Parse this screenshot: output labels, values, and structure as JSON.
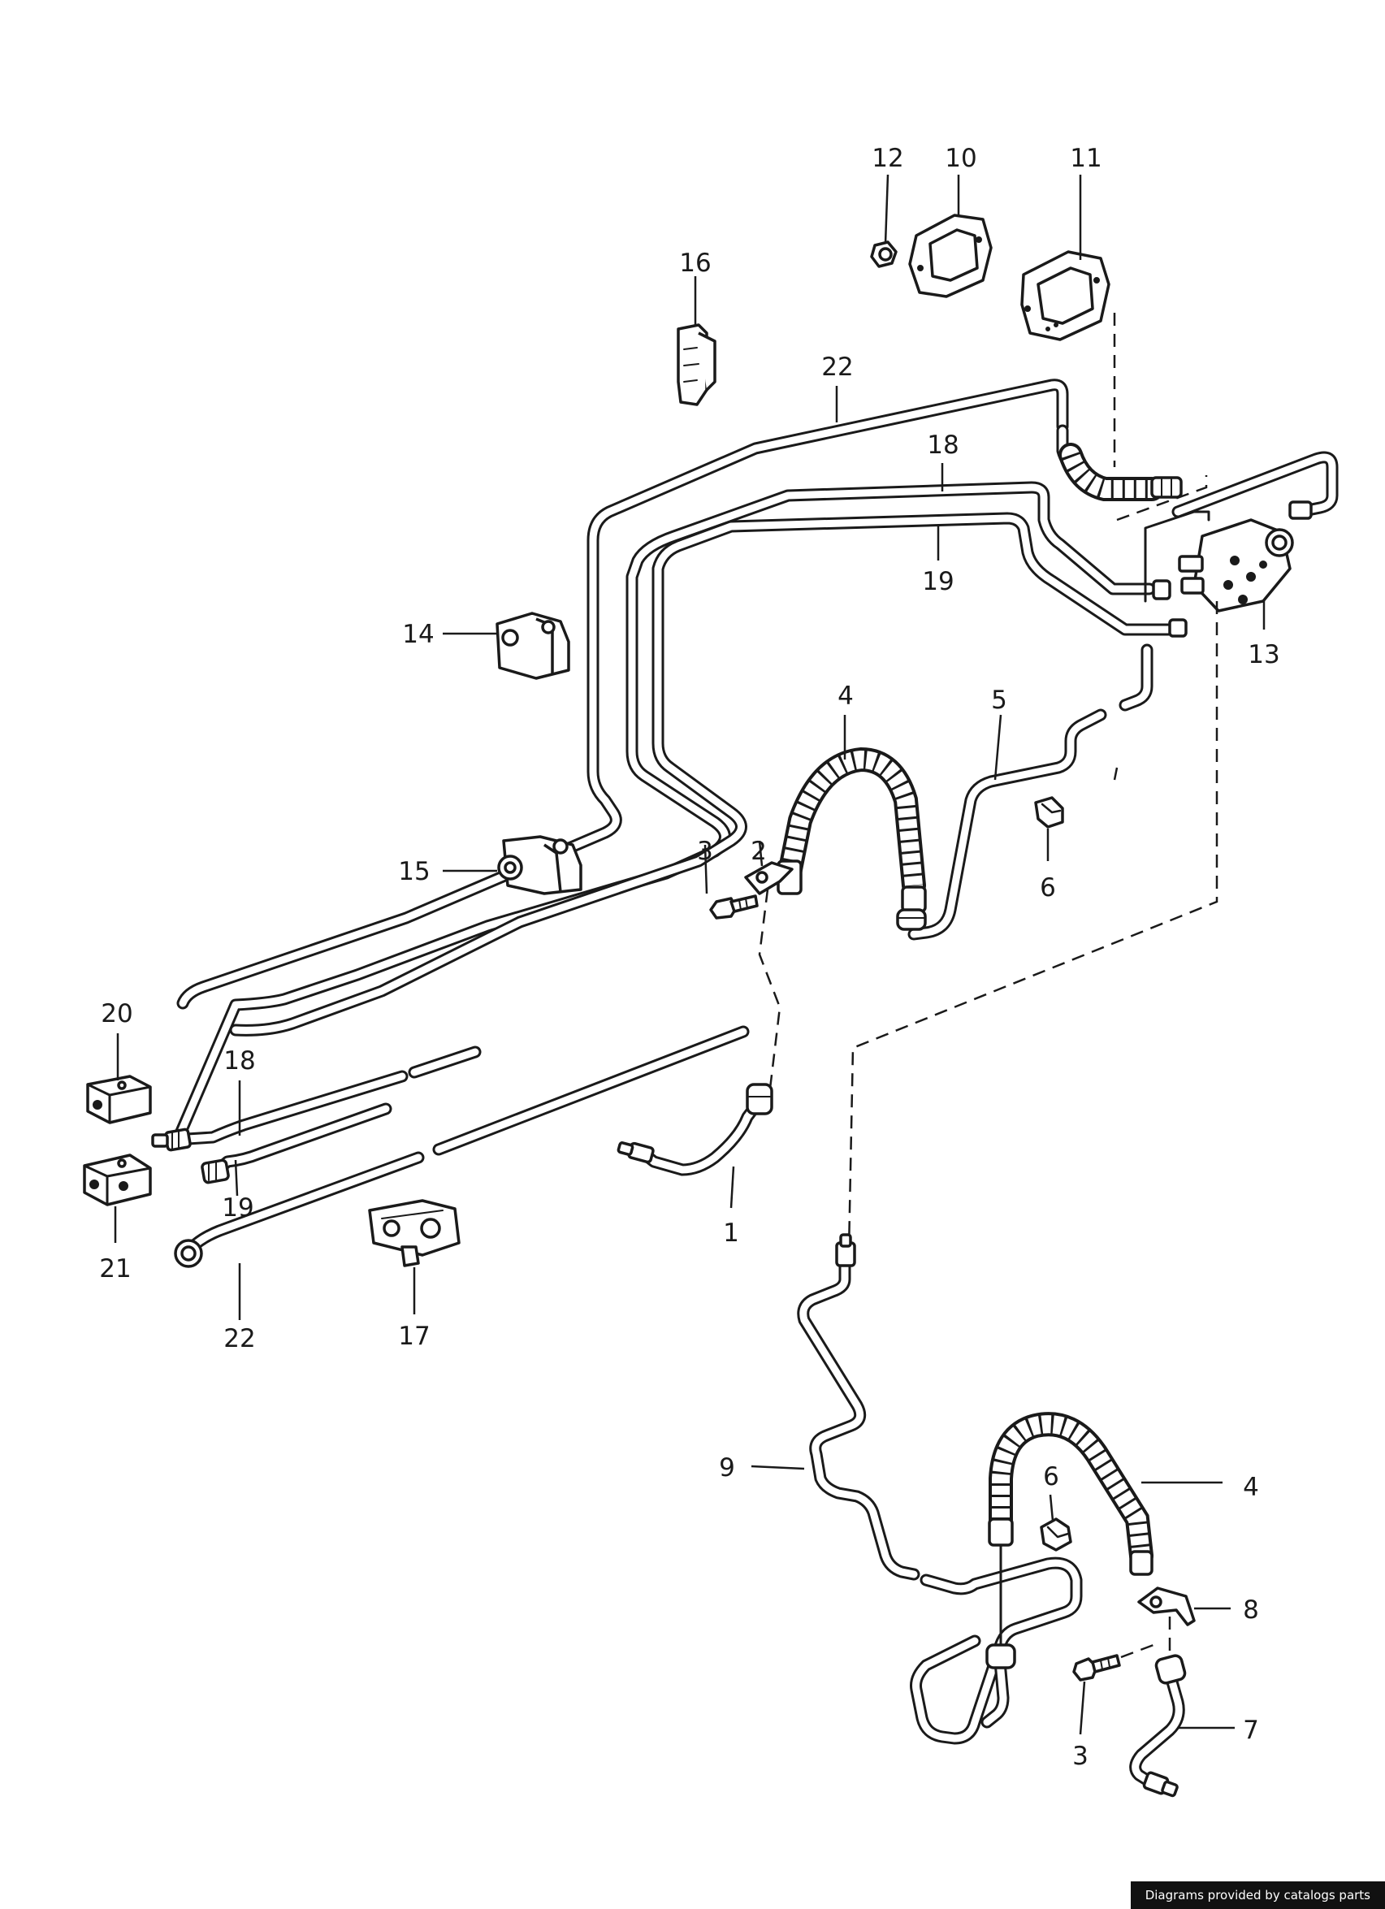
{
  "labels": {
    "p1": "1",
    "p2": "2",
    "p3a": "3",
    "p3b": "3",
    "p4a": "4",
    "p4b": "4",
    "p5": "5",
    "p6a": "6",
    "p6b": "6",
    "p7": "7",
    "p8": "8",
    "p9": "9",
    "p10": "10",
    "p11": "11",
    "p12": "12",
    "p13": "13",
    "p14": "14",
    "p15": "15",
    "p16": "16",
    "p17": "17",
    "p18a": "18",
    "p18b": "18",
    "p19a": "19",
    "p19b": "19",
    "p20": "20",
    "p21": "21",
    "p22a": "22",
    "p22b": "22"
  },
  "credit": "Diagrams provided by catalogs parts"
}
